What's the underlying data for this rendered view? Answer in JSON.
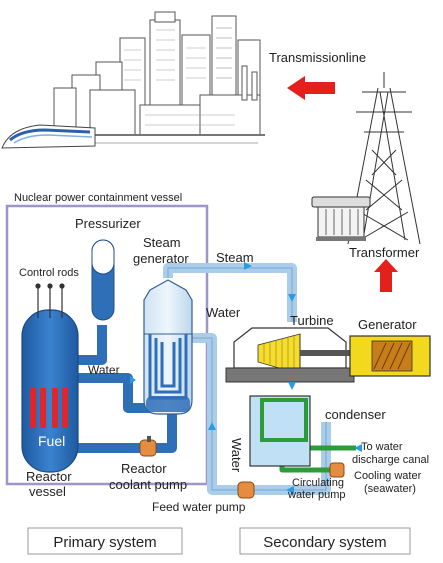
{
  "labels": {
    "transmission_line": "Transmissionline",
    "containment_vessel": "Nuclear power containment vessel",
    "pressurizer": "Pressurizer",
    "steam_generator_1": "Steam",
    "steam_generator_2": "generator",
    "control_rods": "Control rods",
    "steam": "Steam",
    "water_sg": "Water",
    "water_primary": "Water",
    "water_vertical": "Water",
    "fuel": "Fuel",
    "reactor_vessel_1": "Reactor",
    "reactor_vessel_2": "vessel",
    "reactor_coolant_pump_1": "Reactor",
    "reactor_coolant_pump_2": "coolant pump",
    "turbine": "Turbine",
    "generator": "Generator",
    "transformer": "Transformer",
    "condenser": "condenser",
    "to_water_discharge_1": "To water",
    "to_water_discharge_2": "discharge canal",
    "cooling_water_1": "Cooling water",
    "cooling_water_2": "(seawater)",
    "circulating_pump_1": "Circulating",
    "circulating_pump_2": "water pump",
    "feed_water_pump": "Feed water pump",
    "primary_system": "Primary system",
    "secondary_system": "Secondary system"
  },
  "colors": {
    "containment_border": "#9e96c8",
    "primary_loop": "#2f6fb8",
    "secondary_loop": "#a9cdea",
    "cooling_loop": "#2c9b3a",
    "fuel_rod": "#e0262d",
    "turbine": "#f6dc2c",
    "power_arrow": "#e3201b",
    "flow_arrow": "#2a9be0",
    "pump": "#e58c40"
  }
}
